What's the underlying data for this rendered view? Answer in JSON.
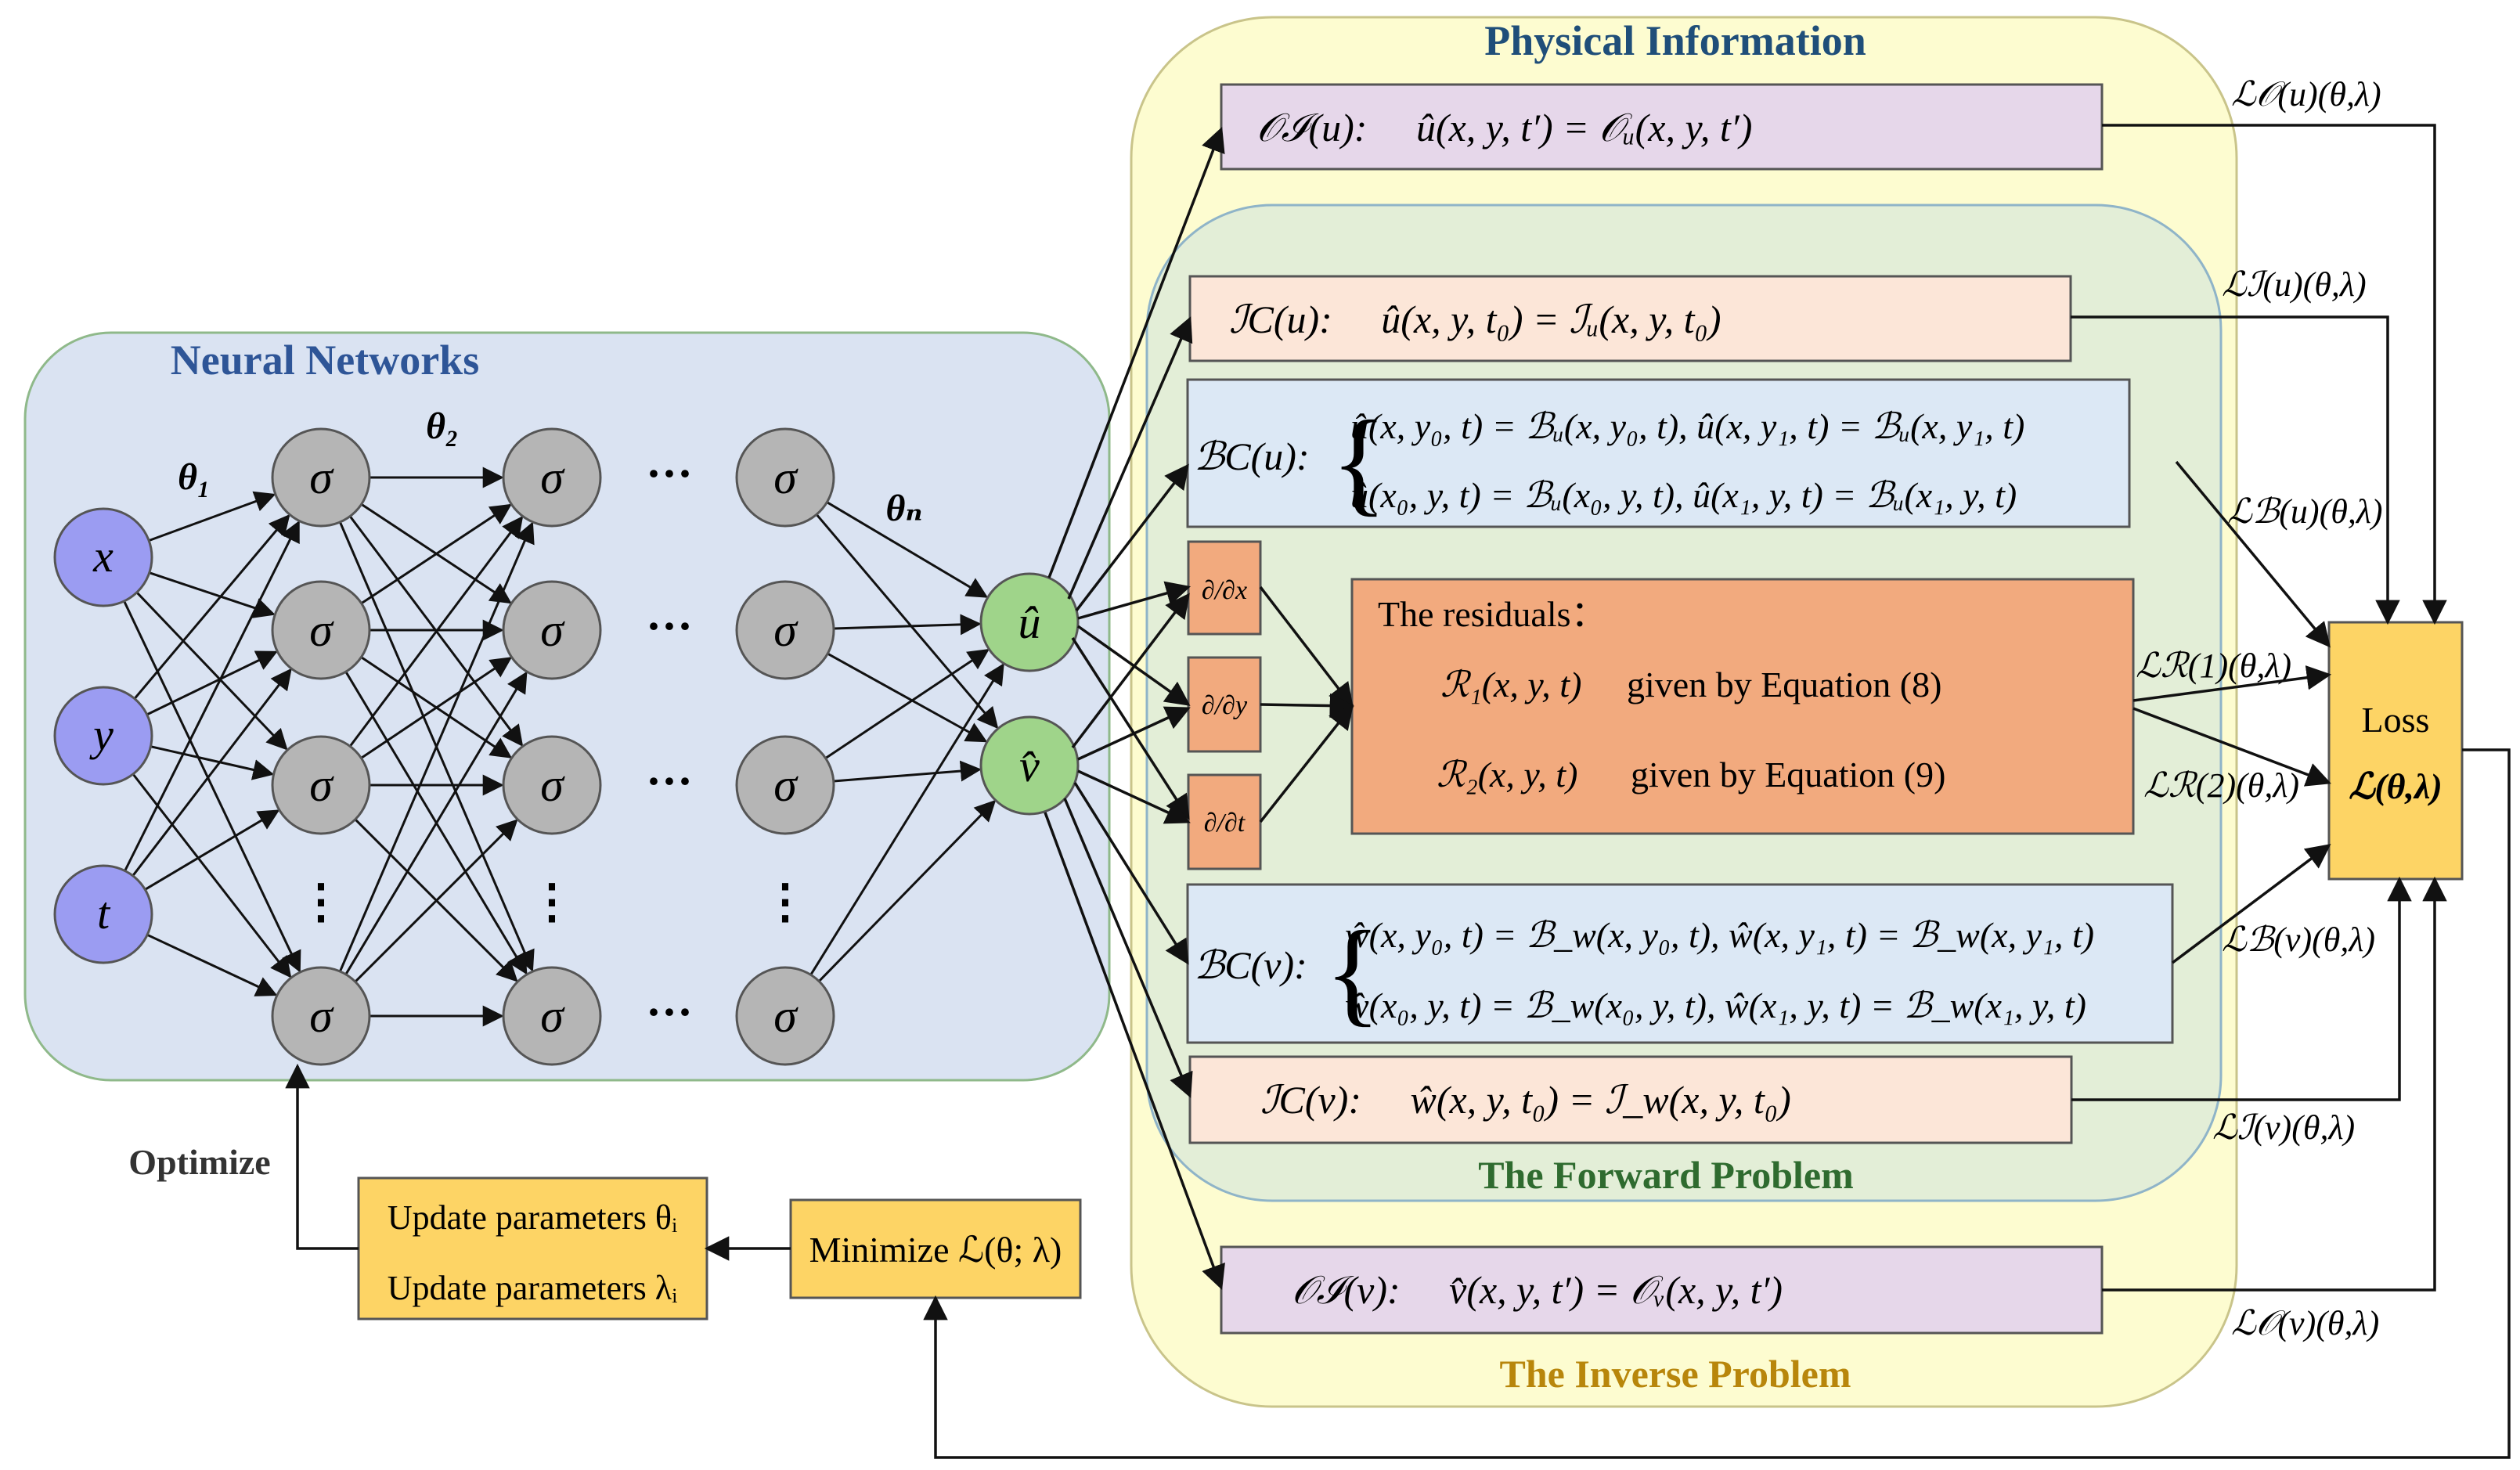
{
  "colors": {
    "nn_fill": "#dae3f2",
    "nn_stroke": "#8fb98a",
    "input_node": "#9b9cf2",
    "hidden_node": "#b5b5b5",
    "output_node": "#9fd48a",
    "yellow_region": "#fdfcd0",
    "yellow_stroke": "#c9c48a",
    "green_region": "#e3eed7",
    "green_stroke": "#8fb4c8",
    "pink_box": "#e6d7ea",
    "peach_box": "#fce6d8",
    "blue_box": "#dce8f5",
    "orange_box": "#f2aa7e",
    "gold_box": "#fdd465",
    "title_blue": "#2e5597",
    "title_teal": "#1f4e79",
    "title_green": "#2f6b2f",
    "title_gold": "#b8860b"
  },
  "titles": {
    "neural_networks": "Neural Networks",
    "physical_information": "Physical Information",
    "forward_problem": "The Forward Problem",
    "inverse_problem": "The Inverse Problem",
    "optimize": "Optimize"
  },
  "network": {
    "inputs": [
      "x",
      "y",
      "t"
    ],
    "hidden_symbol": "σ",
    "ellipsis_h": "···",
    "ellipsis_v": "⋮",
    "weights": [
      "θ₁",
      "θ₂",
      "θₙ"
    ],
    "outputs": [
      "û",
      "v̂"
    ]
  },
  "boxes": {
    "oi_u": "𝒪ℐ(u):     û(x, y, t′) = 𝒪ᵤ(x, y, t′)",
    "ic_u": "ℐC(u):     û(x, y, t₀) = ℐᵤ(x, y, t₀)",
    "bc_u_label": "ℬC(u):",
    "bc_u_line1": "û(x, y₀, t) = ℬᵤ(x, y₀, t), û(x, y₁, t) = ℬᵤ(x, y₁, t)",
    "bc_u_line2": "û(x₀, y, t) = ℬᵤ(x₀, y, t), û(x₁, y, t) = ℬᵤ(x₁, y, t)",
    "deriv_x": "∂/∂x",
    "deriv_y": "∂/∂y",
    "deriv_t": "∂/∂t",
    "residuals_title": "The residuals：",
    "residual_1_sym": "ℛ₁(x, y, t)",
    "residual_1_text": "given by Equation (8)",
    "residual_2_sym": "ℛ₂(x, y, t)",
    "residual_2_text": "given by Equation (9)",
    "bc_v_label": "ℬC(v):",
    "bc_v_line1": "ŵ(x, y₀, t) = ℬ_w(x, y₀, t), ŵ(x, y₁, t) = ℬ_w(x, y₁, t)",
    "bc_v_line2": "ŵ(x₀, y, t) = ℬ_w(x₀, y, t), ŵ(x₁, y, t) = ℬ_w(x₁, y, t)",
    "ic_v": "ℐC(v):     ŵ(x, y, t₀) = ℐ_w(x, y, t₀)",
    "oi_v": "𝒪ℐ(v):     v̂(x, y, t′) = 𝒪ᵥ(x, y, t′)",
    "loss_title": "Loss",
    "loss_expr": "ℒ(θ,λ)",
    "minimize": "Minimize ℒ(θ; λ)",
    "update_theta": "Update parameters θᵢ",
    "update_lambda": "Update parameters λᵢ"
  },
  "loss_terms": {
    "oi_u": "ℒ𝒪(u)(θ,λ)",
    "ic_u": "ℒℐ(u)(θ,λ)",
    "bc_u": "ℒℬ(u)(θ,λ)",
    "r1": "ℒℛ(1)(θ,λ)",
    "r2": "ℒℛ(2)(θ,λ)",
    "bc_v": "ℒℬ(v)(θ,λ)",
    "ic_v": "ℒℐ(v)(θ,λ)",
    "oi_v": "ℒ𝒪(v)(θ,λ)"
  }
}
